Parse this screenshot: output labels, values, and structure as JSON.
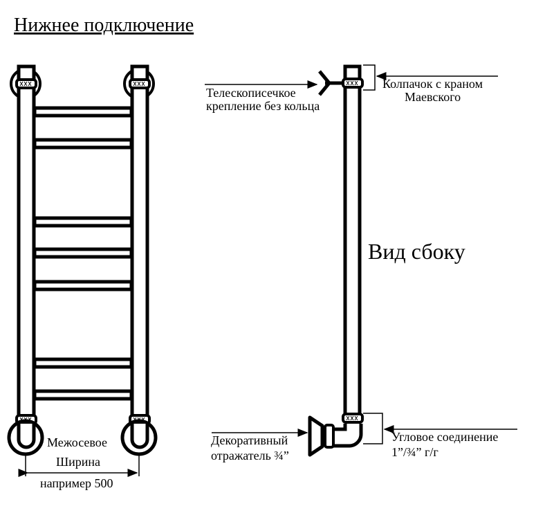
{
  "title": "Нижнее подключение",
  "front_view": {
    "width_label_1": "Межосевое",
    "width_label_2": "Ширина",
    "width_label_3": "например 500"
  },
  "side_view": {
    "label": "Вид сбоку",
    "mount_label_1": "Телескописечкое",
    "mount_label_2": "крепление без кольца",
    "cap_label_1": "Колпачок с краном",
    "cap_label_2": "Маевского",
    "reflector_label_1": "Декоративный",
    "reflector_label_2": "отражатель ¾”",
    "elbow_label_1": "Угловое соединение",
    "elbow_label_2": "1”/¾” г/г"
  }
}
